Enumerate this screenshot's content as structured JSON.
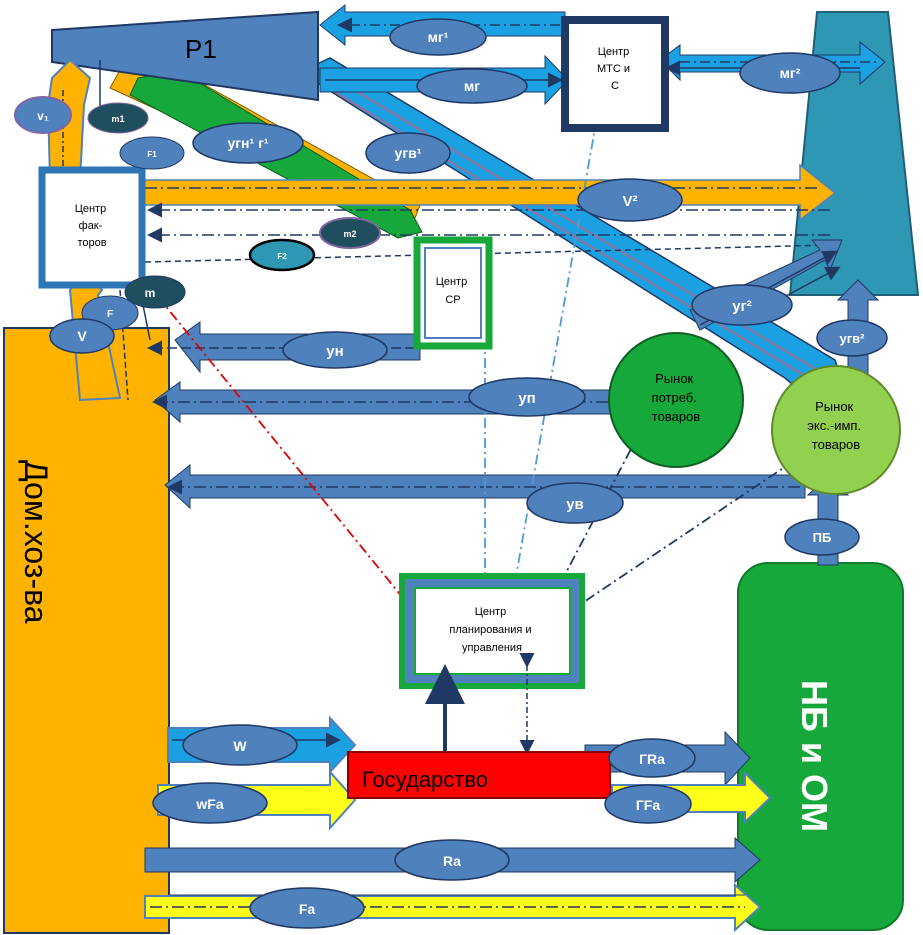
{
  "nodes": {
    "r1": "Р1",
    "mtc_center": [
      "Центр",
      "МТС и",
      "С"
    ],
    "factors_center": [
      "Центр",
      "фак-",
      "торов"
    ],
    "sr_center": [
      "Центр",
      "СР"
    ],
    "consumer_market": [
      "Рынок",
      "потреб.",
      "товаров"
    ],
    "exim_market": [
      "Рынок",
      "экс.-имп.",
      "товаров"
    ],
    "households": "Дом.хоз-ва",
    "planning_center": [
      "Центр",
      "планирования и",
      "управления"
    ],
    "state": "Государство",
    "nb_om": "НБ и ОМ"
  },
  "flow_labels": {
    "mg1": "мг¹",
    "mg": "мг",
    "mg2": "мг²",
    "v1": "v₁",
    "m1": "m1",
    "f1": "F1",
    "ugn1g1": "угн¹ г¹",
    "ugv1": "угв¹",
    "V2": "V²",
    "m2": "m2",
    "f2": "F2",
    "m": "m",
    "F": "F",
    "V": "V",
    "un": "ун",
    "up": "уп",
    "ug2": "уг²",
    "ugv2": "угв²",
    "uv": "ув",
    "pb": "ПБ",
    "W": "W",
    "wFa": "wFa",
    "GRa": "ГRa",
    "GFa": "ГFa",
    "Ra": "Ra",
    "Fa": "Fa"
  },
  "colors": {
    "steel_blue": "#4f81bd",
    "light_blue": "#1ba1e2",
    "orange": "#ffb300",
    "green": "#16a83a",
    "yellow": "#ffff1a",
    "red": "#ff0000",
    "teal": "#2e97b4"
  }
}
